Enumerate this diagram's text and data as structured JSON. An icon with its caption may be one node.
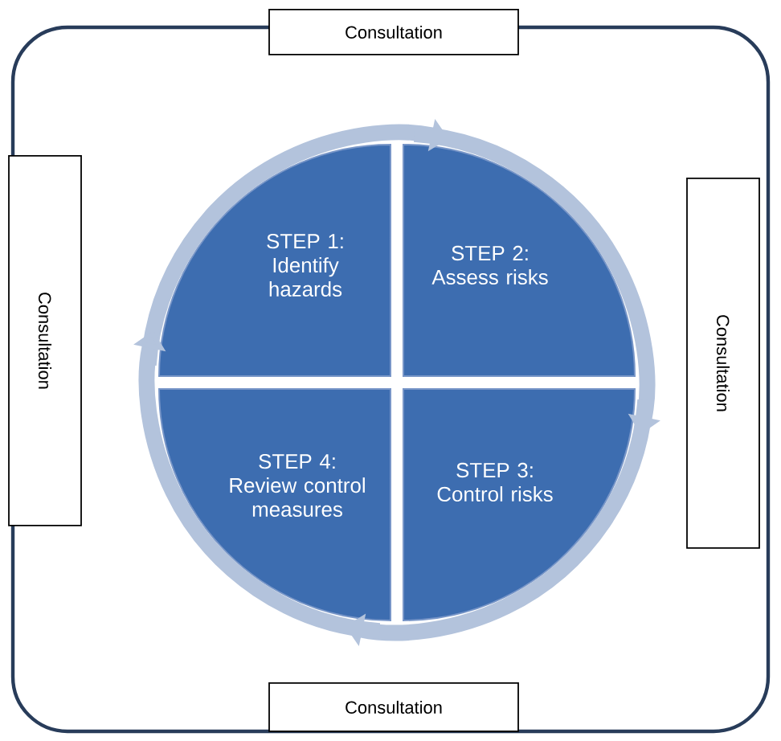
{
  "diagram": {
    "nodes": [
      {
        "text": [
          "Consultation"
        ]
      },
      {
        "text": [
          "Consultation"
        ]
      },
      {
        "text": [
          "Consultation"
        ]
      },
      {
        "text": [
          "Consultation"
        ]
      },
      {
        "text": [
          "STEP 1: Identify hazards"
        ]
      },
      {
        "text": [
          "STEP 2: Assess risks"
        ]
      },
      {
        "text": [
          "STEP 3: Control risks"
        ]
      },
      {
        "text": [
          "STEP 4: Review control measures"
        ]
      }
    ],
    "edges": [
      {
        "from": 4,
        "to": 5,
        "arrow": "to"
      },
      {
        "from": 5,
        "to": 6,
        "arrow": "to"
      },
      {
        "from": 6,
        "to": 7,
        "arrow": "to"
      },
      {
        "from": 7,
        "to": 4,
        "arrow": "to"
      }
    ]
  }
}
